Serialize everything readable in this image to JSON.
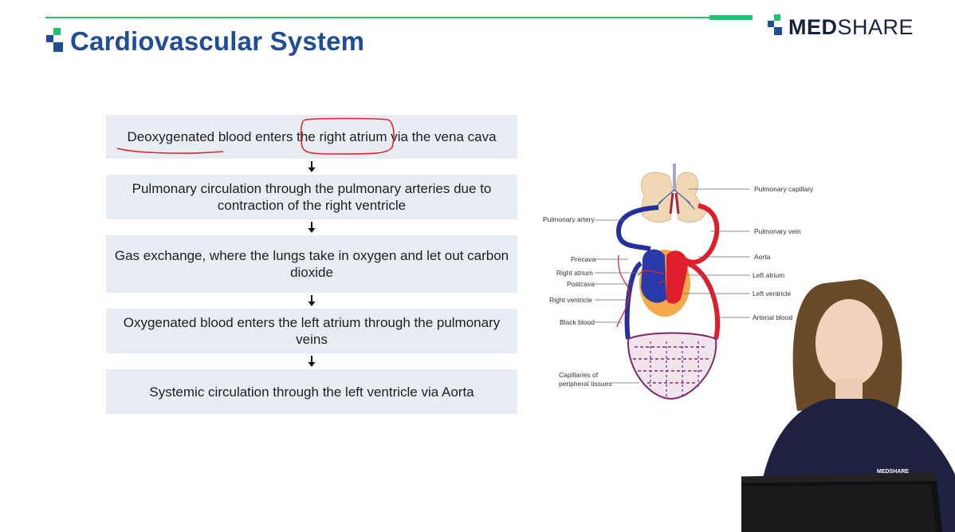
{
  "header": {
    "title": "Cardiovascular System",
    "logo_bold": "MED",
    "logo_light": "SHARE"
  },
  "flowchart": {
    "steps": [
      "Deoxygenated blood enters the right atrium via the vena cava",
      "Pulmonary circulation through the pulmonary arteries due to contraction of the right ventricle",
      "Gas exchange, where the lungs take in oxygen and let out carbon dioxide",
      "Oxygenated blood enters the left atrium through the pulmonary veins",
      "Systemic circulation through the left ventricle via Aorta"
    ]
  },
  "diagram": {
    "labels_left": [
      "Pulmonary artery",
      "Precava",
      "Right atrium",
      "Postcava",
      "Right ventricle",
      "Black blood",
      "Capillaries of",
      "peripheral tissues"
    ],
    "labels_right": [
      "Pulmonary capillary",
      "Pulmonary vein",
      "Aorta",
      "Left atrium",
      "Left ventricle",
      "Arterial blood"
    ]
  },
  "presenter": {
    "shirt_logo": "MEDSHARE"
  },
  "colors": {
    "brand_blue": "#1f4d96",
    "brand_green": "#1fc373",
    "step_bg": "#e8edf3",
    "annotation_red": "#e3242b"
  }
}
